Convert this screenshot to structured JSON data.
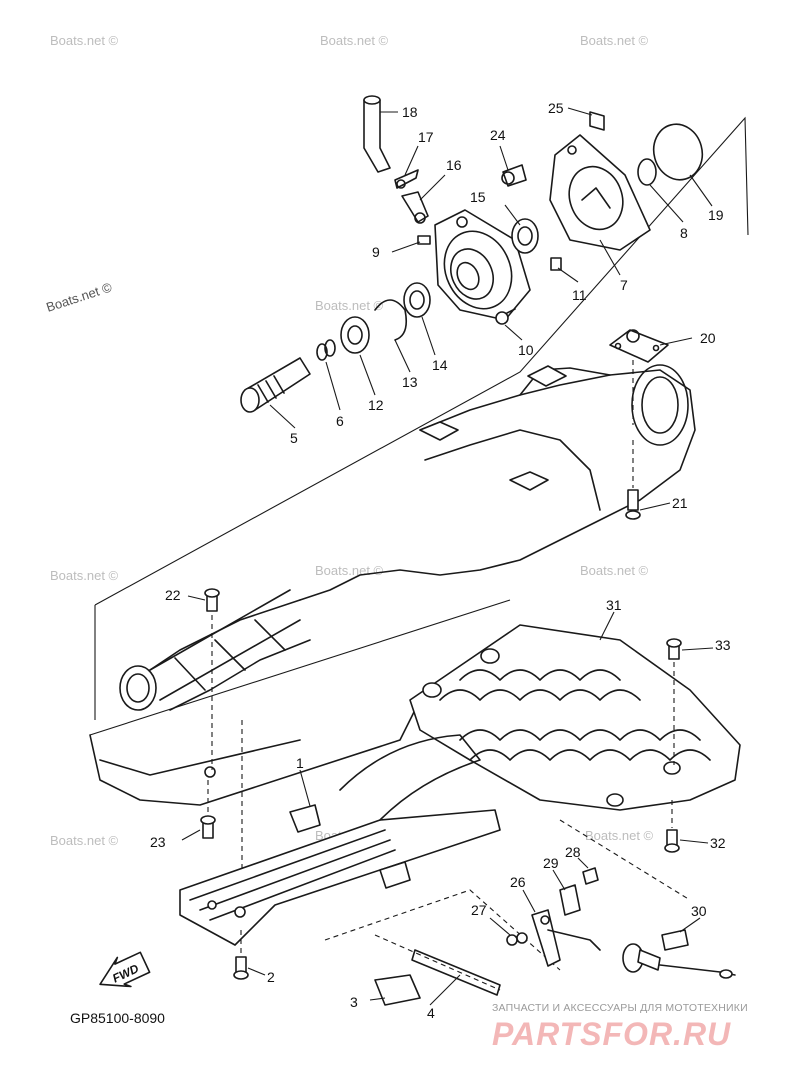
{
  "watermarks": {
    "site": "Boats.net ©",
    "site_major": "Boats.net ©"
  },
  "callouts": {
    "c1": "1",
    "c2": "2",
    "c3": "3",
    "c4": "4",
    "c5": "5",
    "c6": "6",
    "c7": "7",
    "c8": "8",
    "c9": "9",
    "c10": "10",
    "c11": "11",
    "c12": "12",
    "c13": "13",
    "c14": "14",
    "c15": "15",
    "c16": "16",
    "c17": "17",
    "c18": "18",
    "c19": "19",
    "c20": "20",
    "c21": "21",
    "c22": "22",
    "c23": "23",
    "c24": "24",
    "c25": "25",
    "c26": "26",
    "c27": "27",
    "c28": "28",
    "c29": "29",
    "c30": "30",
    "c31": "31",
    "c32": "32",
    "c33": "33"
  },
  "fwd_marker": "FWD",
  "diagram_code": "GP85100-8090",
  "brand": {
    "tagline": "ЗАПЧАСТИ И АКСЕССУАРЫ ДЛЯ МОТОТЕХНИКИ",
    "name": "PARTSFOR.RU",
    "color": "#f3b7b7"
  }
}
